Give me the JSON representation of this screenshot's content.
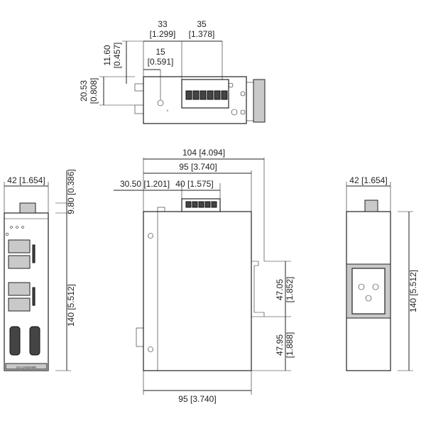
{
  "top_view": {
    "dim_width_left": "33",
    "dim_width_left_in": "[1.299]",
    "dim_width_right": "35",
    "dim_width_right_in": "[1.378]",
    "dim_offset": "15",
    "dim_offset_in": "[0.591]",
    "dim_top_height": "11.60",
    "dim_top_height_in": "[0.457]",
    "dim_side_height": "20.53",
    "dim_side_height_in": "[0.808]"
  },
  "front_view": {
    "dim_width": "42 [1.654]",
    "dim_top_offset": "9.80 [0.386]",
    "dim_height": "140 [5.512]",
    "model_label": "EG-1242BHMB"
  },
  "side_view": {
    "dim_total_width": "104 [4.094]",
    "dim_body_width": "95 [3.740]",
    "dim_front_offset": "30.50 [1.201]",
    "dim_connector_width": "40 [1.575]",
    "dim_upper_rail": "47.05",
    "dim_upper_rail_in": "[1.852]",
    "dim_lower_rail": "47.95",
    "dim_lower_rail_in": "[1.888]",
    "dim_bottom_width": "95 [3.740]"
  },
  "rear_view": {
    "dim_width": "42 [1.654]",
    "dim_height": "140 [5.512]"
  },
  "colors": {
    "line": "#222222",
    "panel": "#c9c9c9",
    "background": "#ffffff"
  }
}
